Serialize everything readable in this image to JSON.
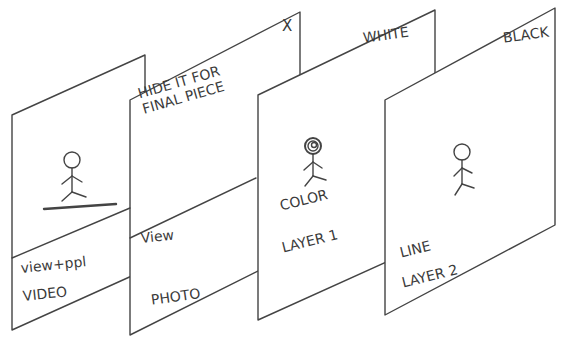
{
  "diagram": {
    "nodes": [
      {
        "text": [
          "view+ppl",
          "VIDEO"
        ]
      },
      {
        "text": [
          "X",
          "HIDE IT FOR FINAL PIECE",
          "View",
          "PHOTO"
        ]
      },
      {
        "text": [
          "WHITE",
          "COLOR",
          "LAYER 1"
        ]
      },
      {
        "text": [
          "BLACK",
          "LINE",
          "LAYER 2"
        ]
      }
    ]
  }
}
